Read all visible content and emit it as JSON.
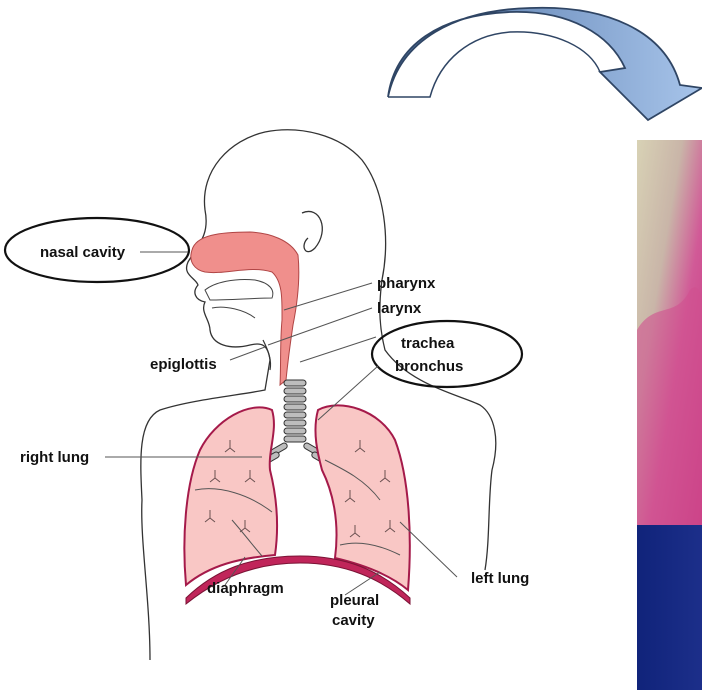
{
  "diagram": {
    "labels": {
      "nasal_cavity": "nasal cavity",
      "pharynx": "pharynx",
      "larynx": "larynx",
      "trachea": "trachea",
      "bronchus": "bronchus",
      "epiglottis": "epiglottis",
      "right_lung": "right lung",
      "left_lung": "left lung",
      "diaphragm": "diaphragm",
      "pleural_cavity_line1": "pleural",
      "pleural_cavity_line2": "cavity"
    },
    "highlighted": [
      "nasal cavity",
      "trachea",
      "bronchus"
    ]
  },
  "colors": {
    "airway_pink": "#f08f8c",
    "lung_fill": "#f9c7c5",
    "lung_border": "#a51a4a",
    "arrow_dark": "#4d6f9b",
    "arrow_light": "#9dbde6",
    "panel_dark_blue": "#0c1f6e",
    "panel_pink": "#c93b83"
  }
}
